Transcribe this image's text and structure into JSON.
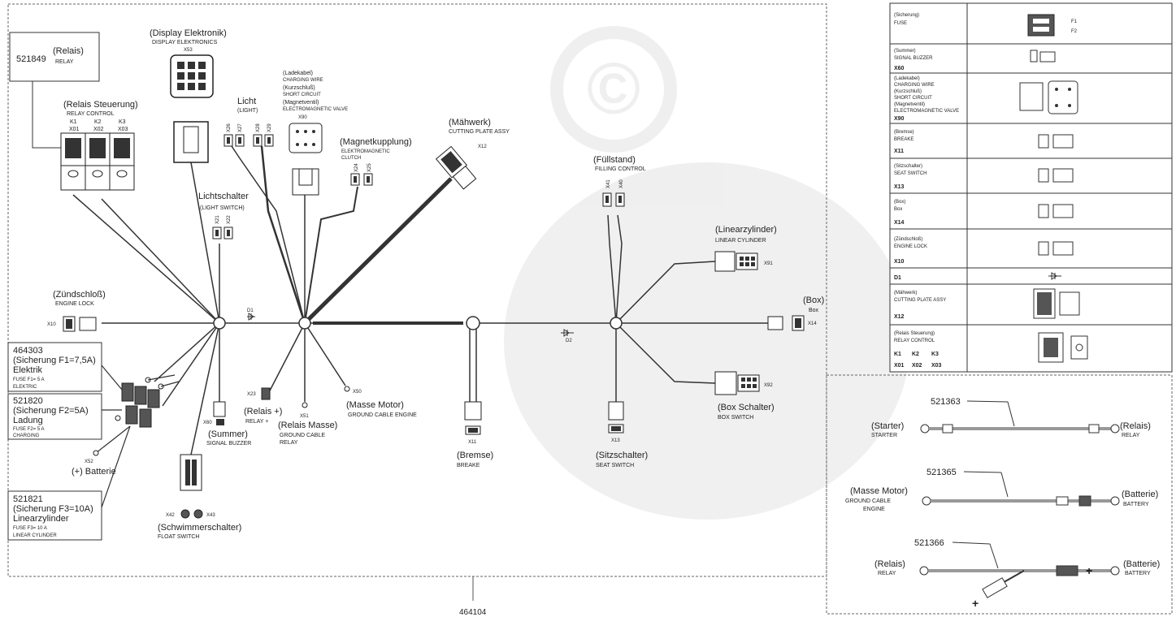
{
  "main_part_number": "464104",
  "relay": {
    "number": "521849",
    "de": "(Relais)",
    "en": "RELAY"
  },
  "display": {
    "de": "(Display Elektronik)",
    "en": "DISPLAY ELEKTRONICS",
    "conn": "X53"
  },
  "relay_control": {
    "de": "(Relais Steuerung)",
    "en": "RELAY CONTROL",
    "k": [
      "K1",
      "K2",
      "K3"
    ],
    "x": [
      "X01",
      "X02",
      "X03"
    ]
  },
  "light": {
    "de": "Licht",
    "en": "(LIGHT)",
    "conns": [
      "X26",
      "X27",
      "X28",
      "X29"
    ]
  },
  "charging": {
    "l1": "(Ladekabel)",
    "l2": "CHARGING WIRE",
    "l3": "(Kurzschluß)",
    "l4": "SHORT CIRCUIT",
    "l5": "(Magnetventil)",
    "l6": "ELECTROMAGNETIC VALVE",
    "conn": "X90"
  },
  "magnet_clutch": {
    "de": "(Magnetkupplung)",
    "en1": "ELEKTROMAGNETIC",
    "en2": "CLUTCH",
    "conns": [
      "X24",
      "X25"
    ]
  },
  "mower": {
    "de": "(Mähwerk)",
    "en": "CUTTING PLATE ASSY",
    "conn": "X12"
  },
  "light_switch": {
    "de": "Lichtschalter",
    "en": "(LIGHT SWITCH)",
    "conns": [
      "X21",
      "X22"
    ]
  },
  "fill": {
    "de": "(Füllstand)",
    "en": "FILLING CONTROL",
    "conns": [
      "X41",
      "X40"
    ]
  },
  "linear": {
    "de": "(Linearzylinder)",
    "en": "LINEAR CYLINDER",
    "conn": "X91"
  },
  "box": {
    "de": "(Box)",
    "en": "Box",
    "conn": "X14"
  },
  "ignition": {
    "de": "(Zündschloß)",
    "en": "ENGINE LOCK",
    "conn": "X10"
  },
  "diodes": {
    "d1": "D1",
    "d2": "D2"
  },
  "fuse1": {
    "num": "464303",
    "de1": "(Sicherung F1=7,5A)",
    "de2": "Elektrik",
    "en1": "FUSE F1= 5 A",
    "en2": "ELEKTRIC"
  },
  "fuse2": {
    "num": "521820",
    "de1": "(Sicherung F2=5A)",
    "de2": "Ladung",
    "en1": "FUSE F2= 5 A",
    "en2": "CHARGING"
  },
  "fuse3": {
    "num": "521821",
    "de1": "(Sicherung F3=10A)",
    "de2": "Linearzylinder",
    "en1": "FUSE F3= 10 A",
    "en2": "LINEAR CYLINDER"
  },
  "battery_plus": {
    "label": "(+) Batterie",
    "conn": "X52"
  },
  "buzzer": {
    "de": "(Summer)",
    "en": "SIGNAL BUZZER",
    "conn": "X60"
  },
  "float_switch": {
    "de": "(Schwimmerschalter)",
    "en": "FLOAT SWITCH",
    "conns": [
      "X42",
      "X43"
    ]
  },
  "relay_plus": {
    "de": "(Relais +)",
    "en": "RELAY +",
    "conn": "X23"
  },
  "relay_ground": {
    "de": "(Relais Masse)",
    "en1": "GROUND CABLE",
    "en2": "RELAY",
    "conn": "X51"
  },
  "engine_ground": {
    "de": "(Masse Motor)",
    "en": "GROUND CABLE ENGINE",
    "conn": "X50"
  },
  "brake": {
    "de": "(Bremse)",
    "en": "BREAKE",
    "conn": "X11"
  },
  "seat_switch": {
    "de": "(Sitzschalter)",
    "en": "SEAT SWITCH",
    "conn": "X13"
  },
  "box_switch": {
    "de": "(Box Schalter)",
    "en": "BOX SWITCH",
    "conn": "X92"
  },
  "legend": {
    "fuse": {
      "de": "(Sicherung)",
      "en": "FUSE",
      "f1": "F1",
      "f2": "F2"
    },
    "buzzer": {
      "de": "(Summer)",
      "en": "SIGNAL BUZZER",
      "x": "X60"
    },
    "charging": {
      "l1": "(Ladekabel)",
      "l2": "CHARGING WIRE",
      "l3": "(Kurzschluß)",
      "l4": "SHORT CIRCUIT",
      "l5": "(Magnetventil)",
      "l6": "ELECTROMAGNETIC VALVE",
      "x": "X90"
    },
    "brake": {
      "de": "(Bremse)",
      "en": "BREAKE",
      "x": "X11"
    },
    "seat": {
      "de": "(Sitzschalter)",
      "en": "SEAT SWITCH",
      "x": "X13"
    },
    "box": {
      "de": "(Box)",
      "en": "Box",
      "x": "X14"
    },
    "lock": {
      "de": "(Zündschloß)",
      "en": "ENGINE LOCK",
      "x": "X10"
    },
    "diode": {
      "x": "D1"
    },
    "mower": {
      "de": "(Mähwerk)",
      "en": "CUTTING PLATE ASSY",
      "x": "X12"
    },
    "relay": {
      "de": "(Relais Steuerung)",
      "en": "RELAY CONTROL",
      "k": [
        "K1",
        "K2",
        "K3"
      ],
      "x": [
        "X01",
        "X02",
        "X03"
      ]
    }
  },
  "cables": {
    "c1": {
      "num": "521363",
      "left_de": "(Starter)",
      "left_en": "STARTER",
      "right_de": "(Relais)",
      "right_en": "RELAY"
    },
    "c2": {
      "num": "521365",
      "left_de": "(Masse Motor)",
      "left_en1": "GROUND CABLE",
      "left_en2": "ENGINE",
      "right_de": "(Batterie)",
      "right_en": "BATTERY"
    },
    "c3": {
      "num": "521366",
      "left_de": "(Relais)",
      "left_en": "RELAY",
      "right_de": "(Batterie)",
      "right_en": "BATTERY"
    }
  }
}
